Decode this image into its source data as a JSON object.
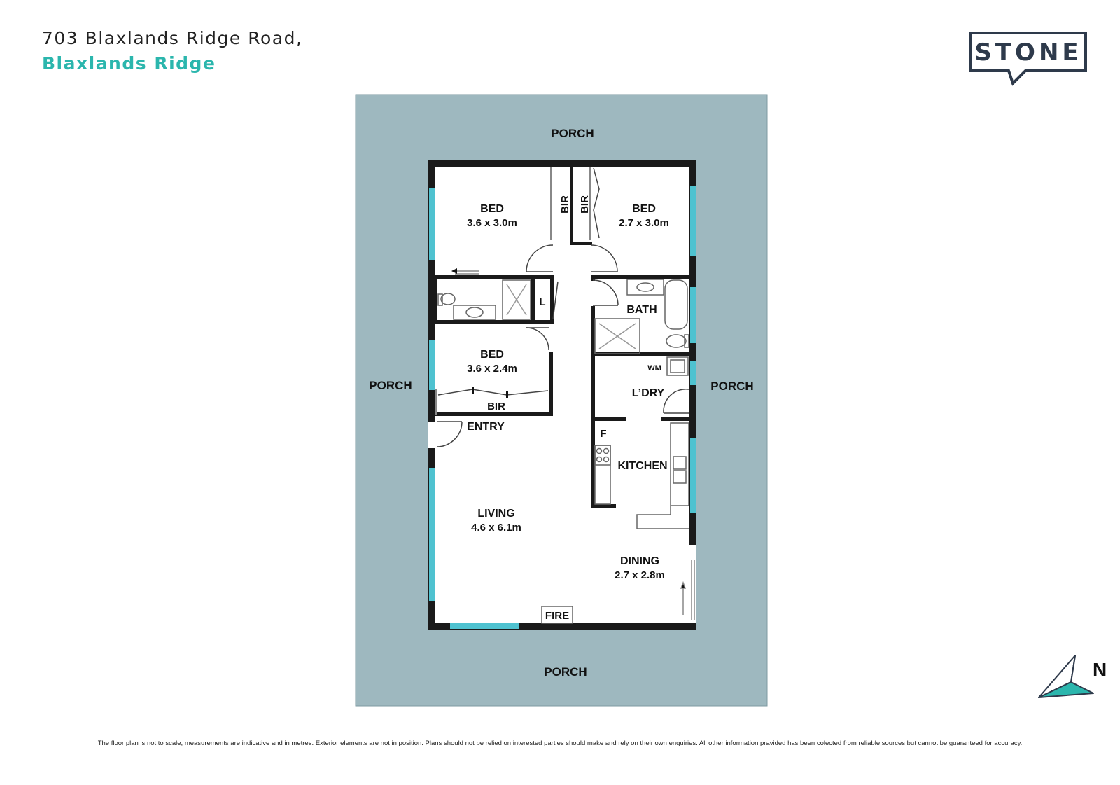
{
  "address": {
    "line1": "703 Blaxlands Ridge Road,",
    "line2": "Blaxlands Ridge"
  },
  "brand": {
    "logo_text": "STONE",
    "accent_color": "#2bb6ad",
    "dark_color": "#2e3a4b"
  },
  "compass": {
    "label": "N"
  },
  "colors": {
    "porch": "#9eb8bf",
    "wall": "#1a1a1a",
    "window": "#4fc2d0",
    "fixture": "#666666"
  },
  "rooms": {
    "porch_top": "PORCH",
    "porch_left": "PORCH",
    "porch_right": "PORCH",
    "porch_bottom": "PORCH",
    "bed1": {
      "name": "BED",
      "size": "3.6 x 3.0m"
    },
    "bed2": {
      "name": "BED",
      "size": "2.7 x 3.0m"
    },
    "bed3": {
      "name": "BED",
      "size": "3.6 x 2.4m"
    },
    "bir_a": "BIR",
    "bir_b": "BIR",
    "bir_c": "BIR",
    "linen": "L",
    "bath": "BATH",
    "wm": "WM",
    "laundry": "L’DRY",
    "entry": "ENTRY",
    "fridge": "F",
    "kitchen": "KITCHEN",
    "living": {
      "name": "LIVING",
      "size": "4.6 x 6.1m"
    },
    "dining": {
      "name": "DINING",
      "size": "2.7 x 2.8m"
    },
    "fire": "FIRE"
  },
  "disclaimer": "The floor plan is not to scale, measurements are indicative and in metres. Exterior elements are not in position. Plans should not be relied on interested parties should make and rely on their own enquiries. All other information pravided has been colected from reliable sources but cannot be guaranteed for accuracy."
}
